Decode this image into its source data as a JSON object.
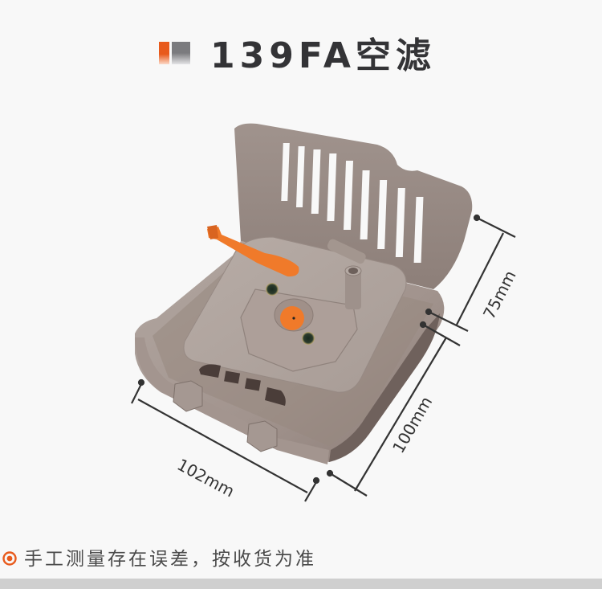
{
  "header": {
    "title": "139FA空滤",
    "title_icon": "two-bar-icon",
    "accent_color": "#e85a1c",
    "secondary_color": "#7b7b7e"
  },
  "product": {
    "image_alt": "139FA air filter housing",
    "body_color": "#a69993",
    "lever_color": "#f07a2a"
  },
  "dimensions": {
    "width": "102mm",
    "length": "100mm",
    "height": "75mm"
  },
  "footer": {
    "note_icon": "target-icon",
    "note": "手工测量存在误差，按收货为准"
  }
}
